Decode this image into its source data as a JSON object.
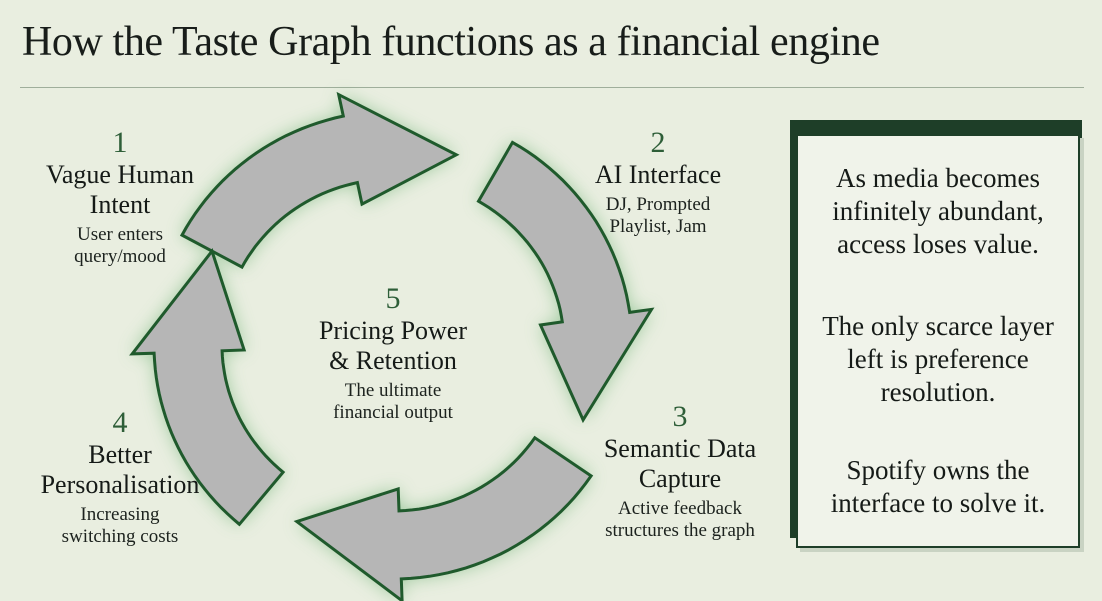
{
  "title": "How the Taste Graph functions as a financial engine",
  "steps": [
    {
      "number": "1",
      "heading_lines": [
        "Vague Human",
        "Intent"
      ],
      "description_lines": [
        "User enters",
        "query/mood"
      ]
    },
    {
      "number": "2",
      "heading_lines": [
        "AI Interface"
      ],
      "description_lines": [
        "DJ, Prompted",
        "Playlist, Jam"
      ]
    },
    {
      "number": "3",
      "heading_lines": [
        "Semantic Data",
        "Capture"
      ],
      "description_lines": [
        "Active feedback",
        "structures the graph"
      ]
    },
    {
      "number": "4",
      "heading_lines": [
        "Better",
        "Personalisation"
      ],
      "description_lines": [
        "Increasing",
        "switching costs"
      ]
    },
    {
      "number": "5",
      "heading_lines": [
        "Pricing Power",
        "& Retention"
      ],
      "description_lines": [
        "The ultimate",
        "financial output"
      ]
    }
  ],
  "callout": {
    "paragraphs": [
      [
        "As media becomes",
        "infinitely abundant,",
        "access loses value."
      ],
      [
        "The only scarce layer",
        "left is preference",
        "resolution."
      ],
      [
        "Spotify owns the",
        "interface to solve it."
      ]
    ]
  },
  "colors": {
    "background": "#e9eee0",
    "arrow_fill": "#b6b6b6",
    "arrow_outline": "#1f5a2c",
    "glow": "#5aa964",
    "accent_dark": "#1e3e28",
    "number": "#2e5e38"
  }
}
